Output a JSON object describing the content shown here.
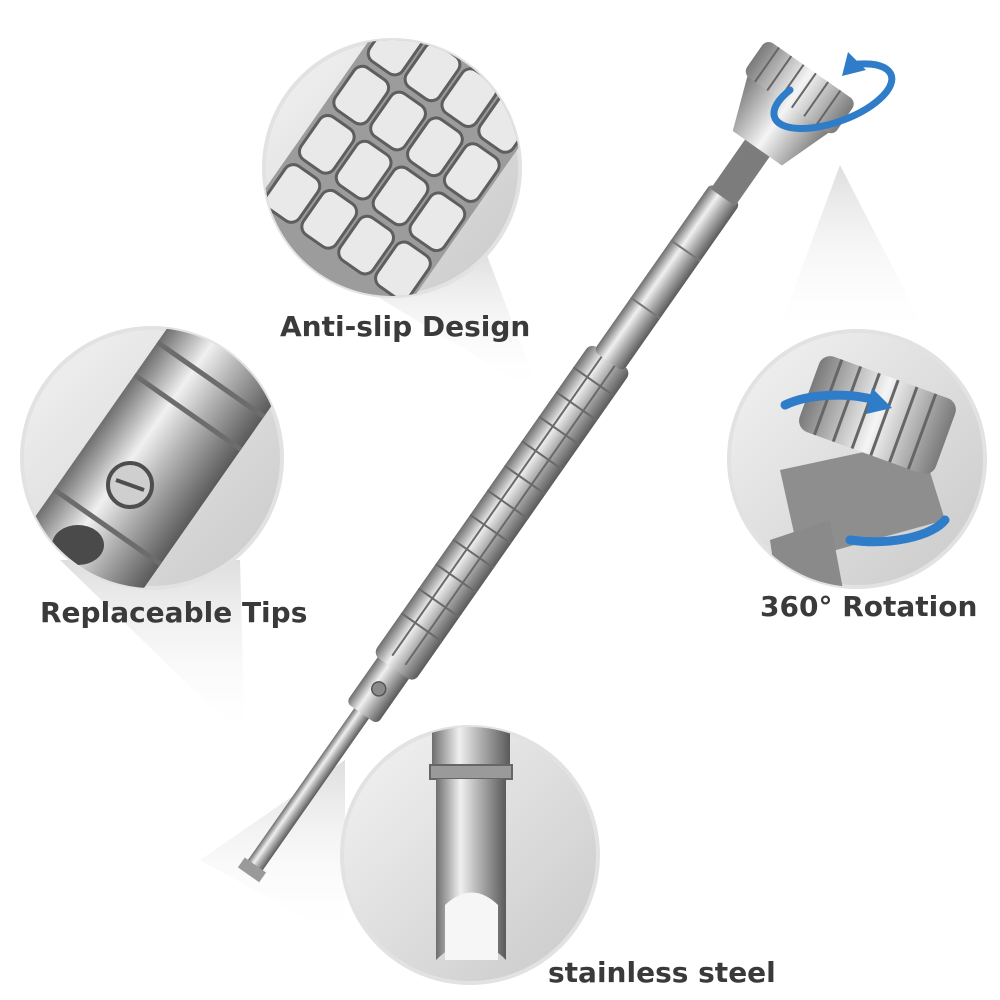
{
  "product": {
    "subject": "precision screwdriver",
    "features": [
      {
        "id": "anti-slip",
        "label": "Anti-slip Design"
      },
      {
        "id": "tips",
        "label": "Replaceable Tips"
      },
      {
        "id": "rotation",
        "label": "360° Rotation"
      },
      {
        "id": "steel",
        "label": "stainless steel"
      }
    ]
  },
  "colors": {
    "background": "#ffffff",
    "metal_light": "#e9e9e9",
    "metal_mid": "#b4b4b4",
    "metal_dark": "#6e6e6e",
    "rotation_arrow": "#2f7dc8",
    "label_text": "#3a3a3a",
    "callout_shadow": "#d6d6d6"
  }
}
